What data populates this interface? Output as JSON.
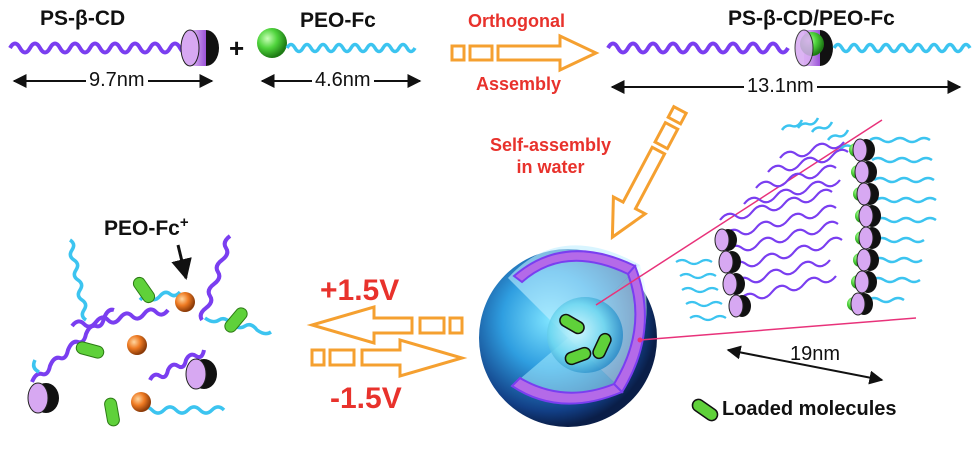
{
  "labels": {
    "ps_cd": "PS-β-CD",
    "plus": "+",
    "peo_fc": "PEO-Fc",
    "orthogonal": "Orthogonal",
    "assembly": "Assembly",
    "product": "PS-β-CD/PEO-Fc",
    "self_assembly_1": "Self-assembly",
    "self_assembly_2": "in water",
    "peo_fc_plus": "PEO-Fc",
    "peo_fc_plus_sup": "+",
    "pos_voltage": "+1.5V",
    "neg_voltage": "-1.5V",
    "loaded": "Loaded molecules"
  },
  "dimensions": {
    "ps_cd_length": "9.7nm",
    "peo_fc_length": "4.6nm",
    "product_length": "13.1nm",
    "micelle_shell": "19nm"
  },
  "colors": {
    "ps_chain": "#7a3ef0",
    "peo_chain": "#3cc4f0",
    "cd_ring": "#c08ae8",
    "ferrocene": "#3fcf3a",
    "ferrocenium": "#e8741c",
    "arrow": "#f5a030",
    "accent_text": "#e8322c",
    "micelle_core": "#1e6fb8"
  }
}
